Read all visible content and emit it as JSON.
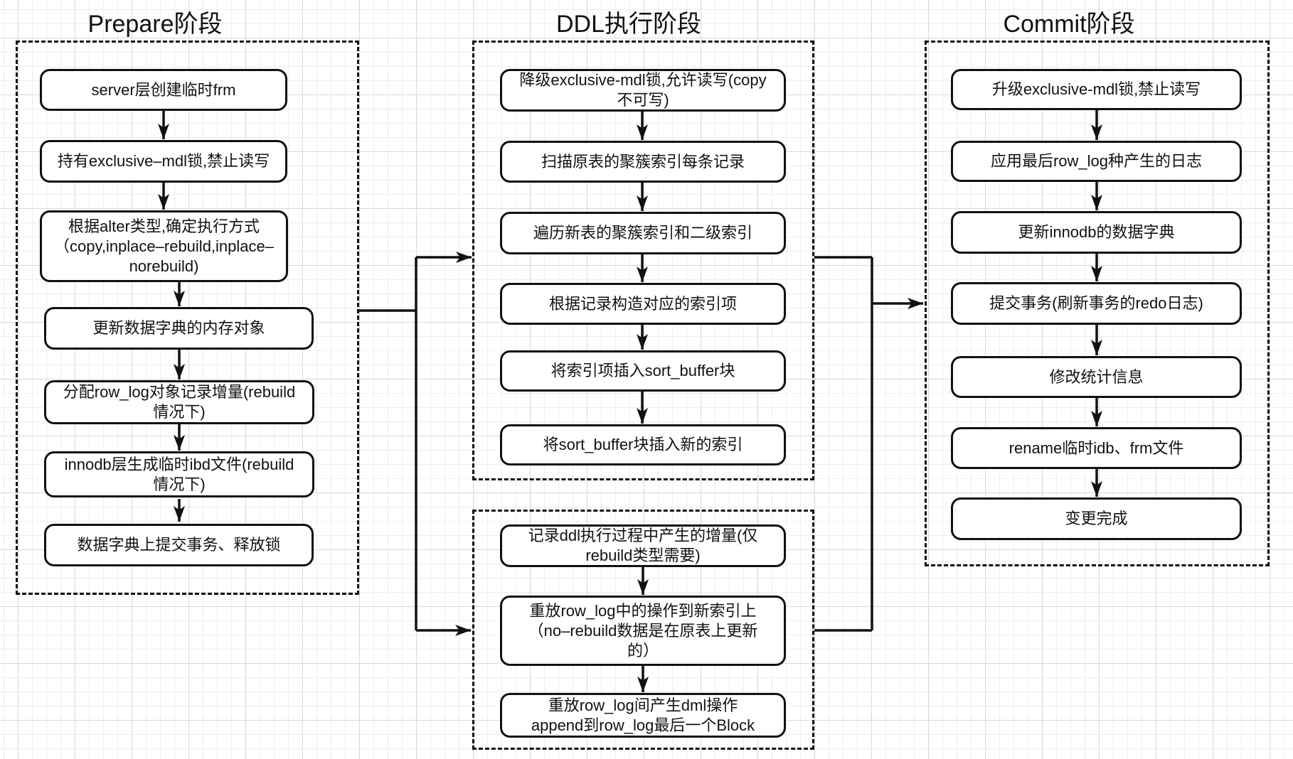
{
  "titles": {
    "prepare": "Prepare阶段",
    "ddl": "DDL执行阶段",
    "commit": "Commit阶段"
  },
  "prepare_steps": [
    "server层创建临时frm",
    "持有exclusive–mdl锁,禁止读写",
    "根据alter类型,确定执行方式\n（copy,inplace–rebuild,inplace–\nnorebuild)",
    "更新数据字典的内存对象",
    "分配row_log对象记录增量(rebuild\n情况下)",
    "innodb层生成临时ibd文件(rebuild\n情况下)",
    "数据字典上提交事务、释放锁"
  ],
  "ddl_steps": [
    "降级exclusive-mdl锁,允许读写(copy\n不可写)",
    "扫描原表的聚簇索引每条记录",
    "遍历新表的聚簇索引和二级索引",
    "根据记录构造对应的索引项",
    "将索引项插入sort_buffer块",
    "将sort_buffer块插入新的索引"
  ],
  "ddl_sub_steps": [
    "记录ddl执行过程中产生的增量(仅\nrebuild类型需要)",
    "重放row_log中的操作到新索引上\n（no–rebuild数据是在原表上更新\n的）",
    "重放row_log间产生dml操作\nappend到row_log最后一个Block"
  ],
  "commit_steps": [
    "升级exclusive-mdl锁,禁止读写",
    "应用最后row_log种产生的日志",
    "更新innodb的数据字典",
    "提交事务(刷新事务的redo日志)",
    "修改统计信息",
    "rename临时idb、frm文件",
    "变更完成"
  ],
  "colors": {
    "line": "#111111",
    "box_fill": "#ffffff",
    "background": "#ffffff",
    "grid_minor": "#ededed",
    "grid_major": "#d9d9d9"
  }
}
